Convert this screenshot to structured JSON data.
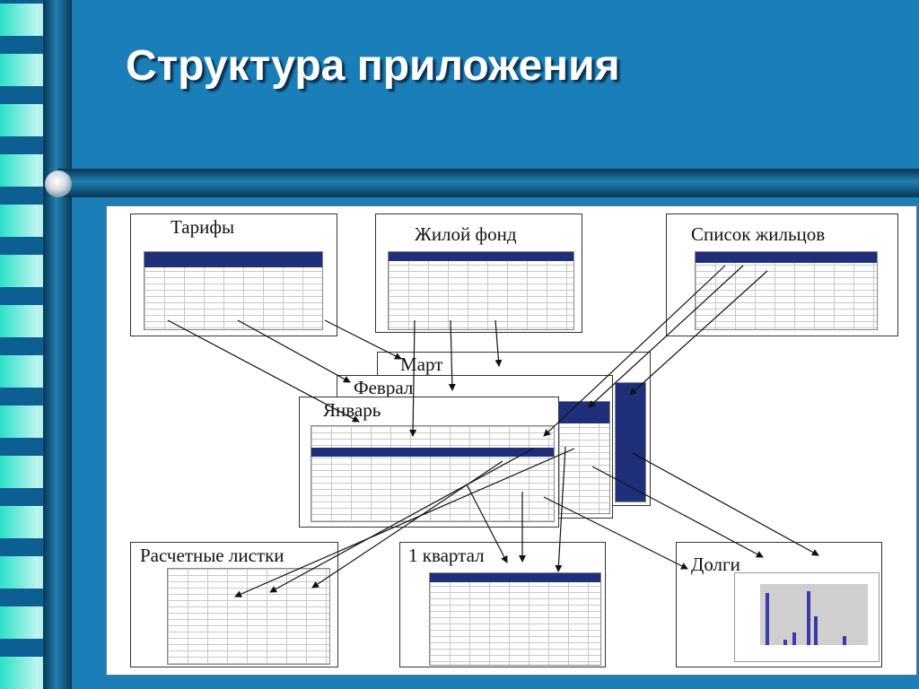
{
  "slide": {
    "title": "Структура приложения",
    "colors": {
      "background": "#1a7fb8",
      "accent": "#2be0c8",
      "title": "#ffffff"
    }
  },
  "boxes": {
    "tariffs": "Тарифы",
    "housing": "Жилой фонд",
    "residents": "Список жильцов",
    "march": "Март",
    "february": "Феврал",
    "january": "Январь",
    "payslips": "Расчетные листки",
    "quarter": "1 квартал",
    "debts": "Долги"
  }
}
